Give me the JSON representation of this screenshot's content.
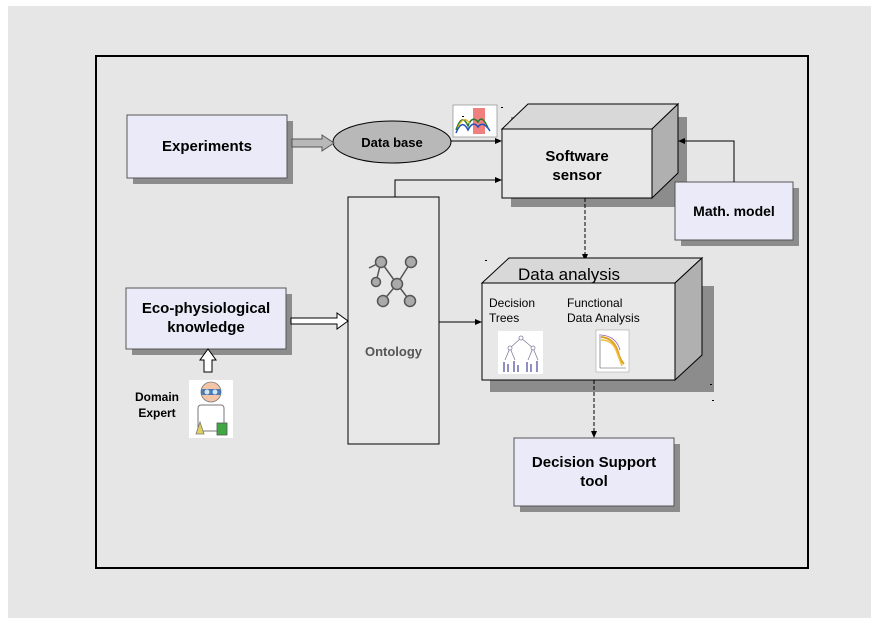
{
  "diagram": {
    "experiments": "Experiments",
    "database": "Data base",
    "software_sensor_line1": "Software",
    "software_sensor_line2": "sensor",
    "math_model": "Math. model",
    "eco_line1": "Eco-physiological",
    "eco_line2": "knowledge",
    "domain_expert_line1": "Domain",
    "domain_expert_line2": "Expert",
    "ontology": "Ontology",
    "data_analysis": "Data analysis",
    "decision_trees_line1": "Decision",
    "decision_trees_line2": "Trees",
    "fda_line1": "Functional",
    "fda_line2": "Data Analysis",
    "dst_line1": "Decision Support",
    "dst_line2": "tool"
  },
  "colors": {
    "page_bg": "#e6e6e6",
    "box_fill": "#eaeaf8",
    "box_3d_front": "#e8e8e8",
    "box_3d_side": "#b0b0b0",
    "shadow": "#8c8c8c",
    "ellipse_fill": "#b8b8b8",
    "ontology_fill": "#e8e8e8"
  }
}
